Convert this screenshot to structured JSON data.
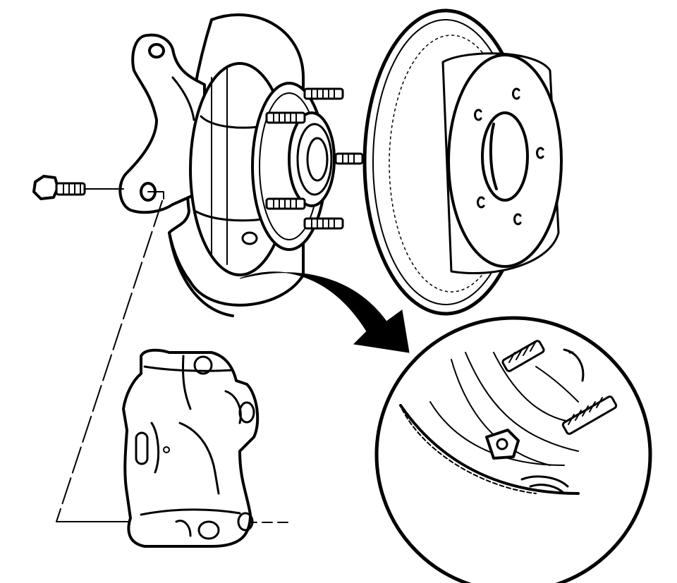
{
  "figure": {
    "style": "black-and-white line art",
    "parts": [
      "brake-rotor-shield",
      "steering-knuckle",
      "wheel-hub-bearing",
      "wheel-studs",
      "brake-rotor",
      "mounting-bolt",
      "brake-caliper-bracket",
      "detail-magnifier",
      "callout-arrow",
      "leader-lines"
    ]
  },
  "colors": {
    "ink": "#000000",
    "paper": "#ffffff"
  }
}
